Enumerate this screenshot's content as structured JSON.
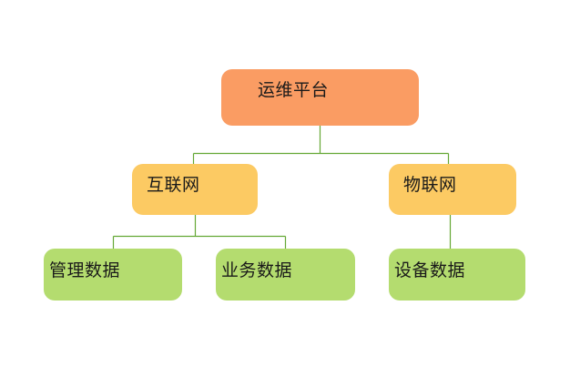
{
  "diagram": {
    "type": "tree-flowchart",
    "background": "#ffffff",
    "nodes": [
      {
        "id": "root",
        "label": "运维平台",
        "level": 1,
        "fill": "#fa9c63"
      },
      {
        "id": "internet",
        "label": "互联网",
        "level": 2,
        "fill": "#fcca63"
      },
      {
        "id": "iot",
        "label": "物联网",
        "level": 2,
        "fill": "#fcca63"
      },
      {
        "id": "management",
        "label": "管理数据",
        "level": 3,
        "fill": "#b4dc6f"
      },
      {
        "id": "business",
        "label": "业务数据",
        "level": 3,
        "fill": "#b4dc6f"
      },
      {
        "id": "device",
        "label": "设备数据",
        "level": 3,
        "fill": "#b4dc6f"
      }
    ],
    "edges": [
      {
        "from": "运维平台",
        "to": "互联网"
      },
      {
        "from": "运维平台",
        "to": "物联网"
      },
      {
        "from": "互联网",
        "to": "管理数据"
      },
      {
        "from": "互联网",
        "to": "业务数据"
      },
      {
        "from": "物联网",
        "to": "设备数据"
      }
    ],
    "colors": {
      "root_fill": "#fa9c63",
      "level2_fill": "#fcca63",
      "level3_fill": "#b4dc6f",
      "connector": "#64a835",
      "text": "#1a1a1a",
      "background": "#ffffff"
    }
  }
}
